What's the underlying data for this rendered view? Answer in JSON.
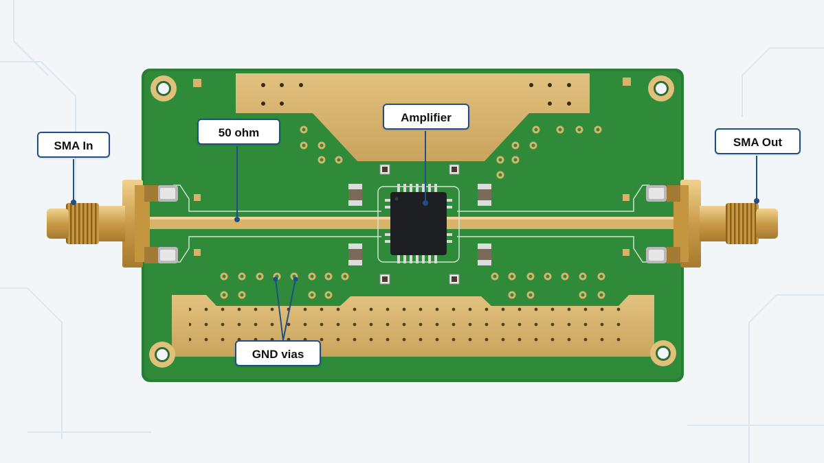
{
  "labels": {
    "sma_in": "SMA In",
    "fifty_ohm": "50 ohm",
    "amplifier": "Amplifier",
    "sma_out": "SMA Out",
    "gnd_vias": "GND vias"
  },
  "colors": {
    "background": "#f3f6f9",
    "pcb_green": "#2f8a3a",
    "copper_gold": "#d8b46a",
    "label_border": "#1f4f86",
    "chip_black": "#1d1f22"
  }
}
